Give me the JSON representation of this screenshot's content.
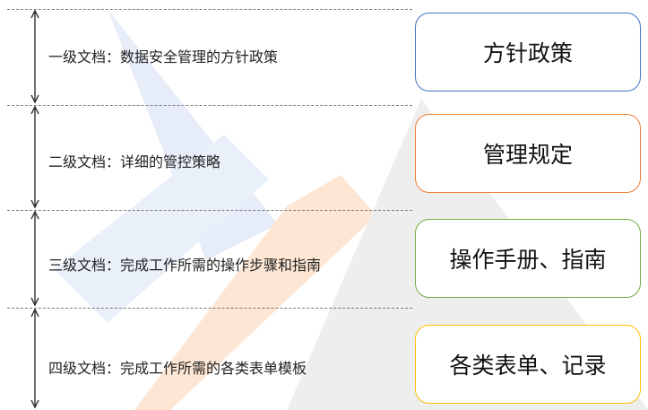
{
  "levels": [
    {
      "label": "一级文档：数据安全管理的方针政策",
      "box_text": "方针政策",
      "color": "#4472c4"
    },
    {
      "label": "二级文档：详细的管控策略",
      "box_text": "管理规定",
      "color": "#ed7d31"
    },
    {
      "label": "三级文档：完成工作所需的操作步骤和指南",
      "box_text": "操作手册、指南",
      "color": "#70ad47"
    },
    {
      "label": "四级文档：完成工作所需的各类表单模板",
      "box_text": "各类表单、记录",
      "color": "#ffc000"
    }
  ]
}
